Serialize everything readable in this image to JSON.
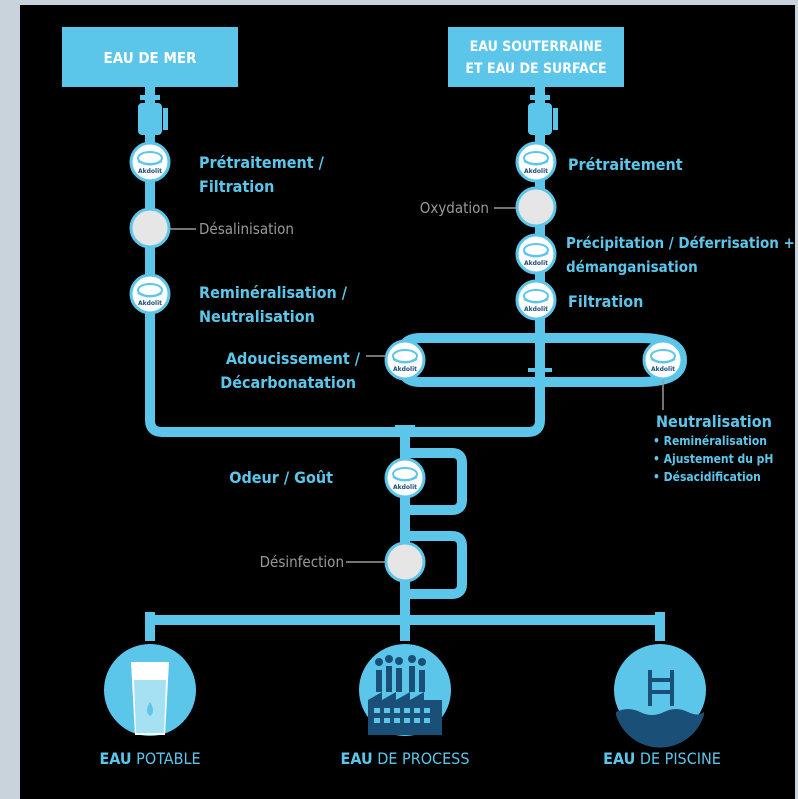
{
  "sources": {
    "sea": "EAU DE MER",
    "ground_line1": "EAU SOUTERRAINE",
    "ground_line2": "ET EAU DE SURFACE"
  },
  "left_branch": {
    "step1_line1": "Prétraitement /",
    "step1_line2": "Filtration",
    "step2": "Désalinisation",
    "step3_line1": "Reminéralisation /",
    "step3_line2": "Neutralisation"
  },
  "right_branch": {
    "step1": "Prétraitement",
    "step2": "Oxydation",
    "step3_line1": "Précipitation / Déferrisation +",
    "step3_line2": "démanganisation",
    "step4": "Filtration"
  },
  "softening": {
    "line1": "Adoucissement /",
    "line2": "Décarbonatation"
  },
  "neutralisation": {
    "title": "Neutralisation",
    "items": [
      "• Reminéralisation",
      "• Ajustement du pH",
      "• Désacidification"
    ]
  },
  "common": {
    "odour": "Odeur / Goût",
    "disinfection": "Désinfection"
  },
  "outputs": [
    {
      "bold": "EAU",
      "rest": " POTABLE"
    },
    {
      "bold": "EAU",
      "rest": " DE PROCESS"
    },
    {
      "bold": "EAU",
      "rest": " DE PISCINE"
    }
  ],
  "logo_text": "Akdolit",
  "colors": {
    "accent": "#5cc6ea",
    "background": "#000000",
    "grey_node": "#e6e6e6",
    "grey_text": "#9a9a9a"
  }
}
